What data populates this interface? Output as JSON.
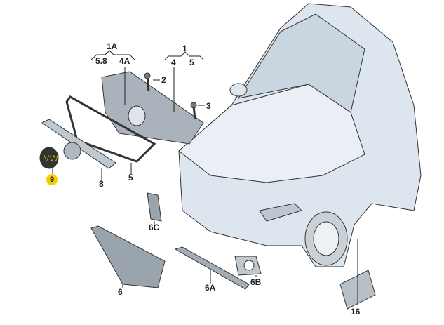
{
  "diagram": {
    "title": "Front grille and bumper parts",
    "accent_color": "#f2d000",
    "labels": {
      "l1A": "1A",
      "l58": "5.8",
      "l4A": "4A",
      "l1": "1",
      "l4": "4",
      "l5a": "5",
      "l2": "2",
      "l3": "3",
      "l9": "9",
      "l8": "8",
      "l5b": "5",
      "l6C": "6C",
      "l6": "6",
      "l6A": "6A",
      "l6B": "6B",
      "l16": "16"
    }
  }
}
